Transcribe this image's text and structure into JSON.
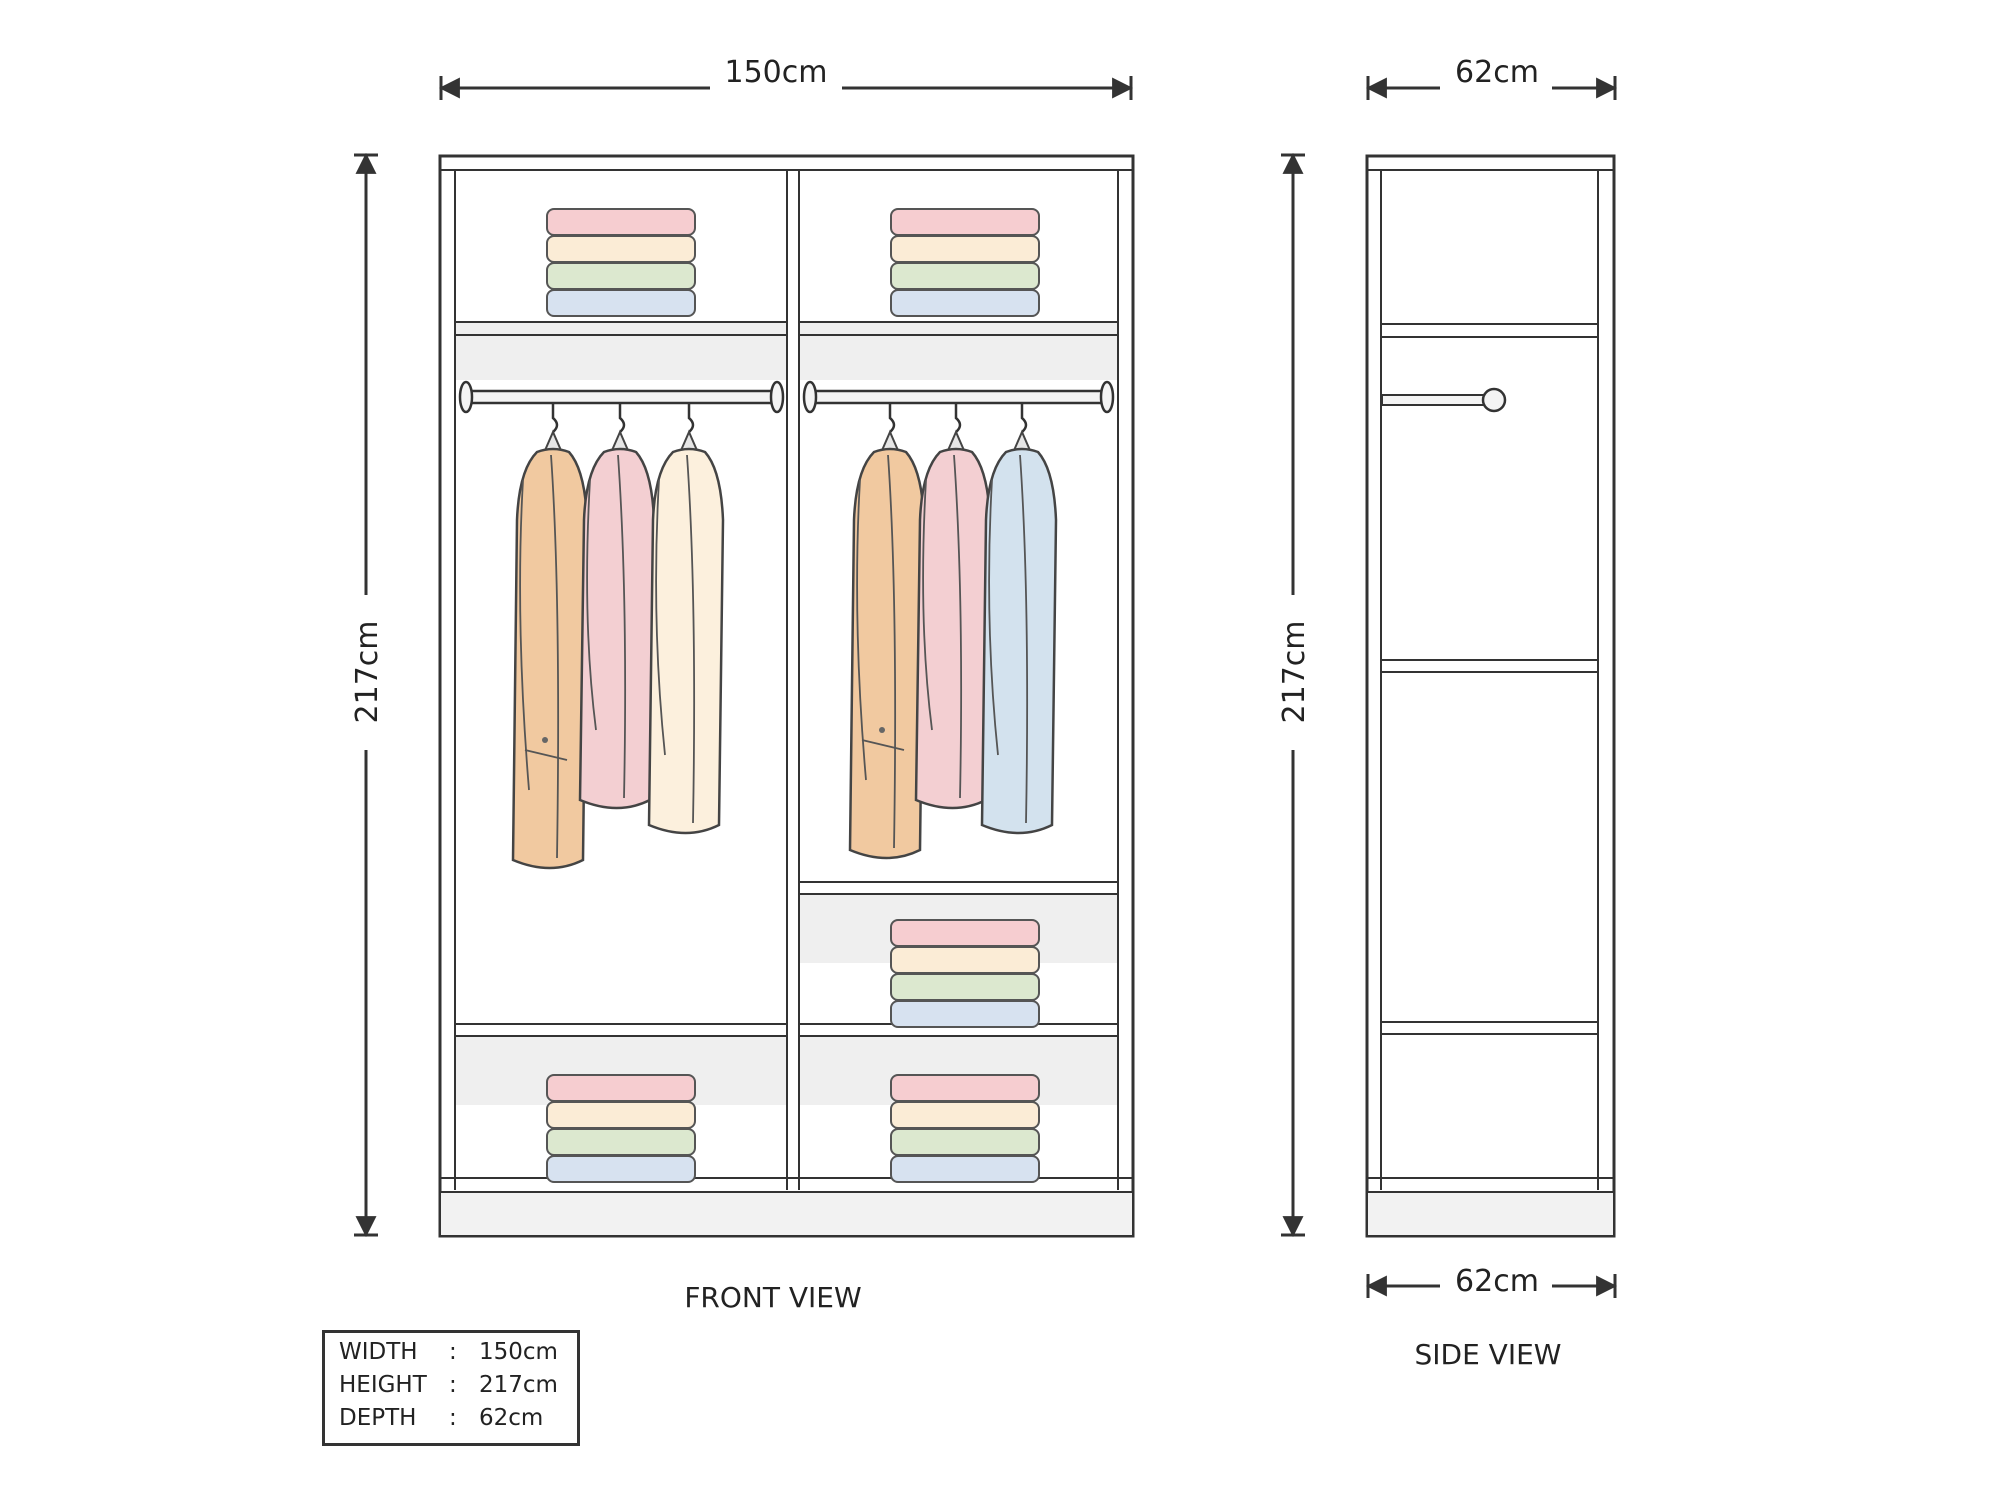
{
  "front": {
    "caption": "FRONT VIEW",
    "width_label": "150cm",
    "height_label": "217cm"
  },
  "side": {
    "caption": "SIDE VIEW",
    "top_depth_label": "62cm",
    "bottom_depth_label": "62cm",
    "height_label": "217cm"
  },
  "specs": [
    {
      "key": "WIDTH",
      "sep": ":",
      "value": "150cm"
    },
    {
      "key": "HEIGHT",
      "sep": ":",
      "value": "217cm"
    },
    {
      "key": "DEPTH",
      "sep": ":",
      "value": "62cm"
    }
  ],
  "colors": {
    "stroke": "#333333",
    "fold_pink": "#f6cdd0",
    "fold_cream": "#fbecd6",
    "fold_green": "#dce8cf",
    "fold_blue": "#d7e2f0",
    "coat_tan": "#f1c9a0",
    "coat_pink": "#f3cfd2",
    "coat_cream": "#fcf0dd",
    "coat_blue": "#d3e2ee",
    "shelf_shade": "#efefef"
  }
}
